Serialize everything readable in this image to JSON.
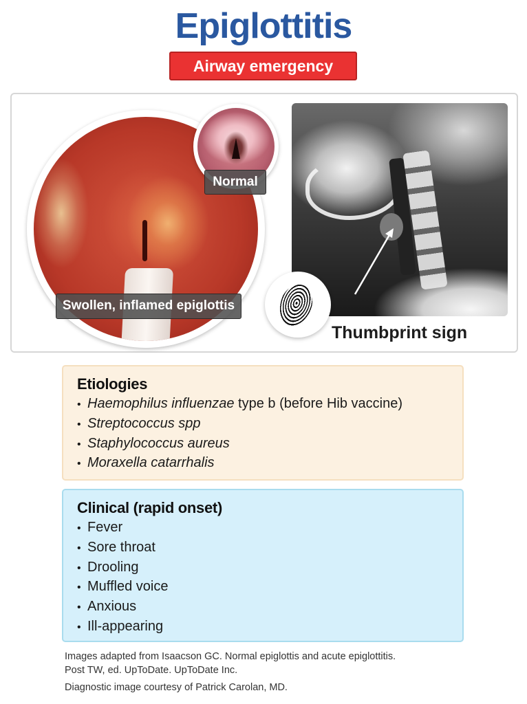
{
  "header": {
    "title": "Epiglottitis",
    "badge": "Airway emergency",
    "title_color": "#2a58a0",
    "badge_color": "#ea3232"
  },
  "figure": {
    "endoscopy_label": "Swollen, inflamed epiglottis",
    "normal_label": "Normal",
    "xray_caption": "Thumbprint sign"
  },
  "etiologies": {
    "heading": "Etiologies",
    "background_color": "#fcf1e1",
    "items": [
      {
        "italic": "Haemophilus influenzae",
        "rest": " type b (before Hib vaccine)"
      },
      {
        "italic": "Streptococcus spp",
        "rest": ""
      },
      {
        "italic": "Staphylococcus aureus",
        "rest": ""
      },
      {
        "italic": "Moraxella catarrhalis",
        "rest": ""
      }
    ]
  },
  "clinical": {
    "heading": "Clinical (rapid onset)",
    "background_color": "#d6f0fb",
    "items": [
      "Fever",
      "Sore throat",
      "Drooling",
      "Muffled voice",
      "Anxious",
      "Ill-appearing"
    ]
  },
  "footer": {
    "credit_line1": "Images adapted from Isaacson GC. Normal epiglottis and acute epiglottitis.",
    "credit_line2": "Post TW, ed. UpToDate. UpToDate Inc.",
    "credit_line3": "Diagnostic image courtesy of Patrick Carolan, MD."
  },
  "bullet": "•"
}
